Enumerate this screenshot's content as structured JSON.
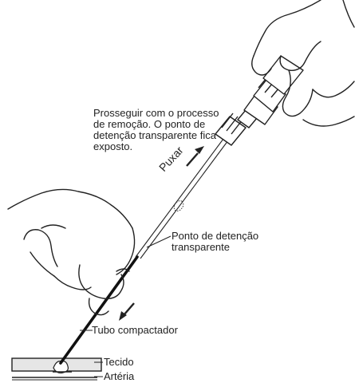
{
  "instruction": [
    "Prosseguir com o processo",
    "de remoção. O ponto de",
    "detenção transparente fica",
    "exposto."
  ],
  "labels": {
    "pull": "Puxar",
    "detent": [
      "Ponto de detenção",
      "transparente"
    ],
    "tube": "Tubo compactador",
    "tissue": "Tecido",
    "artery": "Artéria"
  },
  "colors": {
    "ink": "#222222",
    "tissue_fill": "#e6e6e6",
    "tube": "#111111"
  }
}
